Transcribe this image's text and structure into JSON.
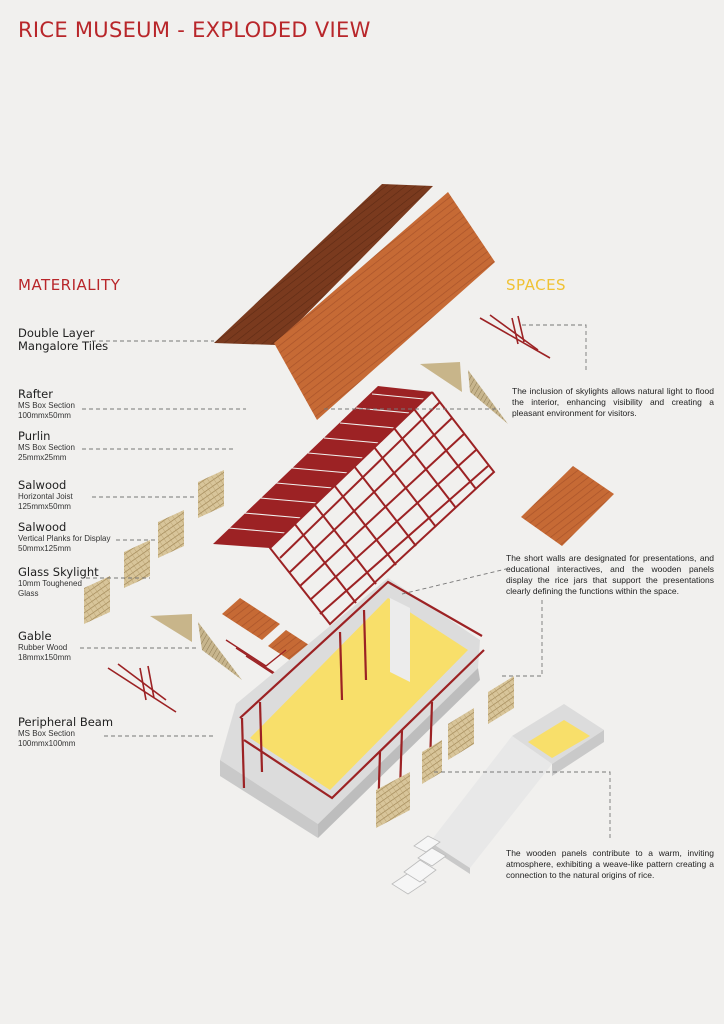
{
  "title": "RICE MUSEUM - EXPLODED VIEW",
  "materiality": {
    "heading": "MATERIALITY",
    "items": [
      {
        "name": "Double Layer",
        "name2": "Mangalore Tiles",
        "spec": "",
        "spec2": "",
        "spec3": ""
      },
      {
        "name": "Rafter",
        "name2": "",
        "spec": "MS Box Section",
        "spec2": "100mmx50mm",
        "spec3": ""
      },
      {
        "name": "Purlin",
        "name2": "",
        "spec": "MS Box Section",
        "spec2": "25mmx25mm",
        "spec3": ""
      },
      {
        "name": "Salwood",
        "name2": "",
        "spec": "Horizontal Joist",
        "spec2": "125mmx50mm",
        "spec3": ""
      },
      {
        "name": "Salwood",
        "name2": "",
        "spec": "Vertical Planks for Display",
        "spec2": "50mmx125mm",
        "spec3": ""
      },
      {
        "name": "Glass Skylight",
        "name2": "",
        "spec": "10mm Toughened",
        "spec2": "Glass",
        "spec3": ""
      },
      {
        "name": "Gable",
        "name2": "",
        "spec": "Rubber Wood",
        "spec2": "18mmx150mm",
        "spec3": ""
      },
      {
        "name": "Peripheral Beam",
        "name2": "",
        "spec": "MS Box Section",
        "spec2": "100mmx100mm",
        "spec3": ""
      }
    ]
  },
  "spaces": {
    "heading": "SPACES",
    "notes": [
      "The inclusion of skylights allows natural light to flood the interior, enhancing visibility and creating a pleasant environment for visitors.",
      "The short walls are designated for presentations, and educational interactives, and the wooden panels display the rice jars that support the presentations clearly defining the functions within the space.",
      "The wooden panels contribute to a warm, inviting atmosphere, exhibiting a weave-like pattern creating a connection to the natural origins of rice."
    ]
  },
  "colors": {
    "title_red": "#b8262a",
    "spaces_yellow": "#f0c234",
    "roof_dark": "#7a3a1e",
    "roof_light": "#c66a35",
    "frame_red": "#9c2224",
    "floor_yellow": "#f8df6a",
    "wall_gray": "#dcdcdc",
    "timber": "#c9b48a"
  }
}
